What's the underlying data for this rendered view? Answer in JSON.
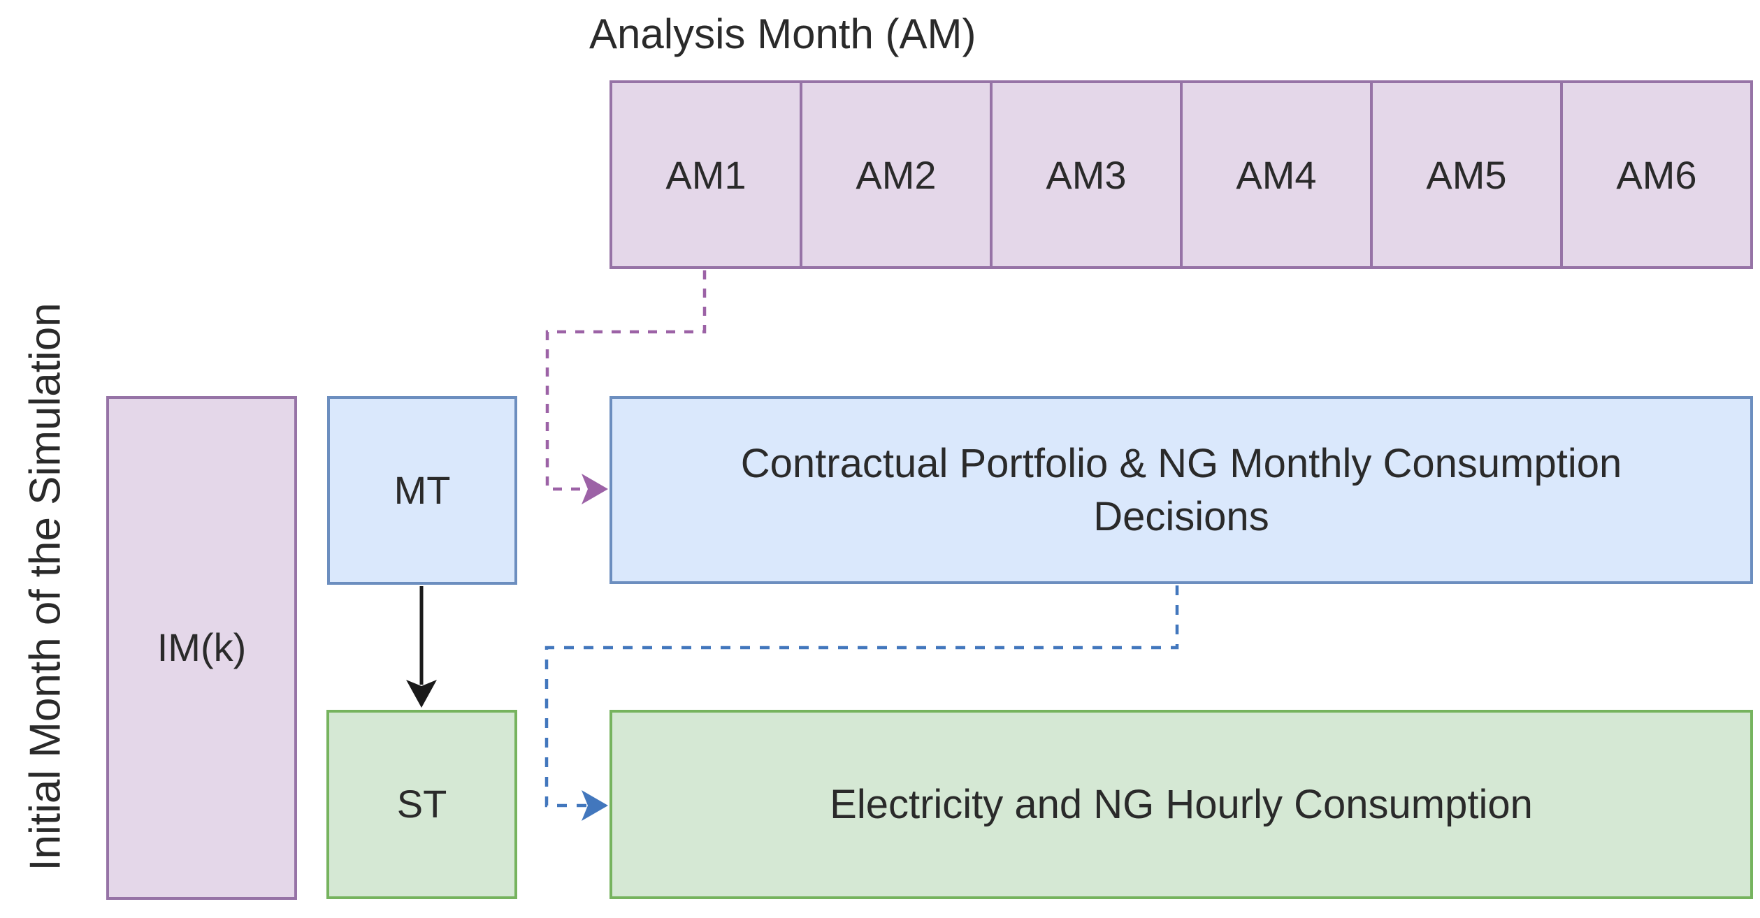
{
  "diagram": {
    "title": "Analysis Month (AM)",
    "left_axis_label": "Initial Month of the Simulation",
    "am_cells": [
      "AM1",
      "AM2",
      "AM3",
      "AM4",
      "AM5",
      "AM6"
    ],
    "boxes": {
      "initial_month_label": "IM(k)",
      "mt_label": "MT",
      "st_label": "ST",
      "contractual_line1": "Contractual Portfolio & NG Monthly Consumption",
      "contractual_line2": "Decisions",
      "electricity_label": "Electricity and NG Hourly Consumption"
    },
    "colors": {
      "purple_fill": "#e4d7e9",
      "purple_stroke": "#9673a6",
      "blue_fill": "#dae8fc",
      "blue_stroke": "#6c8ebf",
      "green_fill": "#d5e8d4",
      "green_stroke": "#76b35e",
      "purple_connector": "#9c62a6",
      "blue_connector": "#4277bd",
      "black_connector": "#1a1a1a",
      "text": "#2a2a2a"
    }
  }
}
